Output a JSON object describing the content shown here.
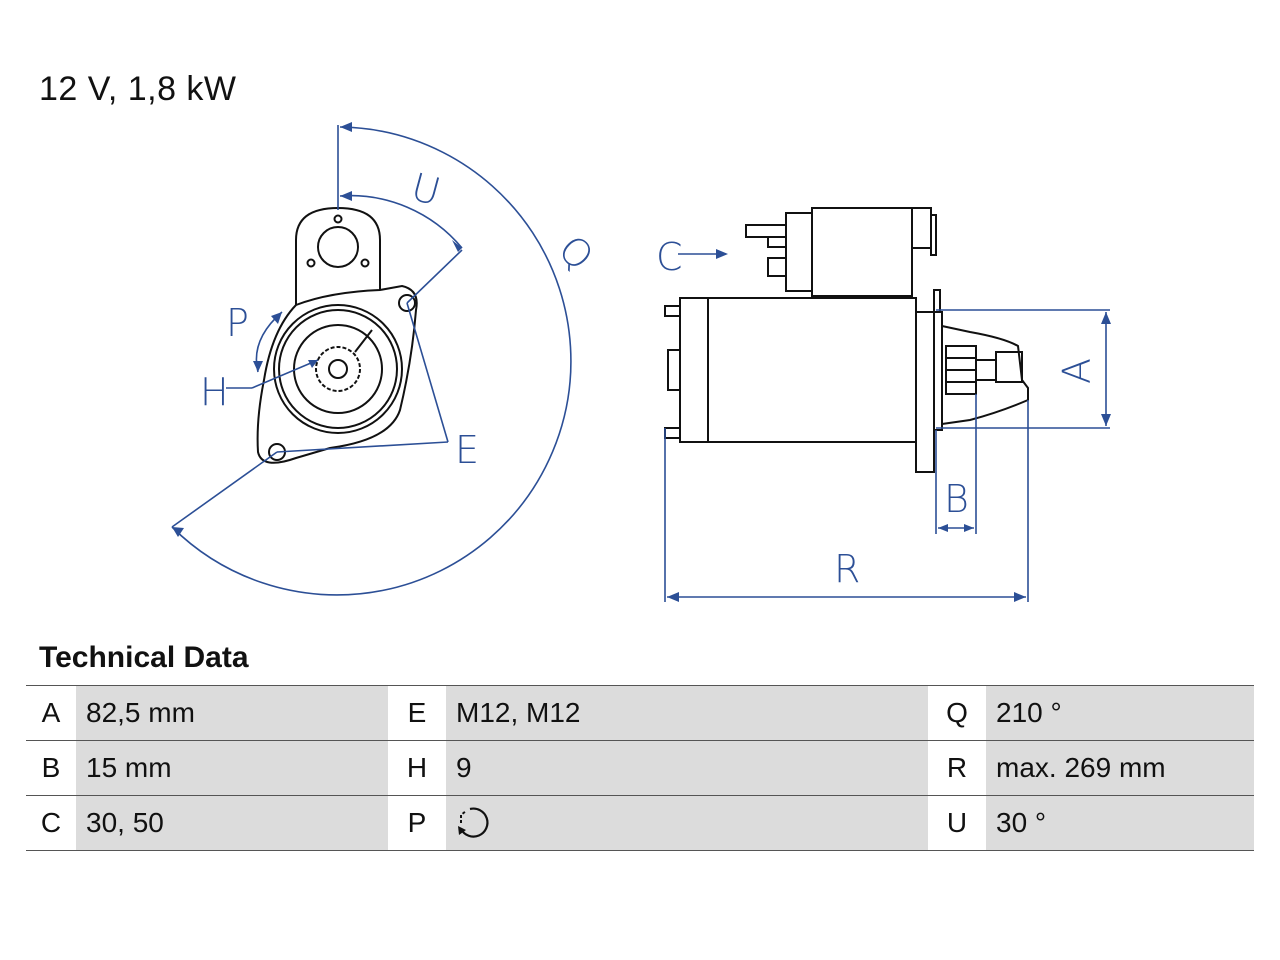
{
  "header": {
    "title": "12 V, 1,8 kW"
  },
  "drawing": {
    "labels": {
      "U": "U",
      "Q": "Q",
      "P": "P",
      "H": "H",
      "E": "E",
      "C": "C",
      "A": "A",
      "B": "B",
      "R": "R"
    },
    "colors": {
      "dimension": "#2c4f96",
      "outline": "#111111"
    }
  },
  "section": {
    "title": "Technical Data"
  },
  "specs": [
    [
      {
        "key": "A",
        "value": "82,5 mm"
      },
      {
        "key": "E",
        "value": "M12, M12"
      },
      {
        "key": "Q",
        "value": "210 °"
      }
    ],
    [
      {
        "key": "B",
        "value": "15 mm"
      },
      {
        "key": "H",
        "value": "9"
      },
      {
        "key": "R",
        "value": "max. 269 mm"
      }
    ],
    [
      {
        "key": "C",
        "value": "30, 50"
      },
      {
        "key": "P",
        "value": "",
        "icon": "rotation-clockwise-icon"
      },
      {
        "key": "U",
        "value": "30 °"
      }
    ]
  ]
}
